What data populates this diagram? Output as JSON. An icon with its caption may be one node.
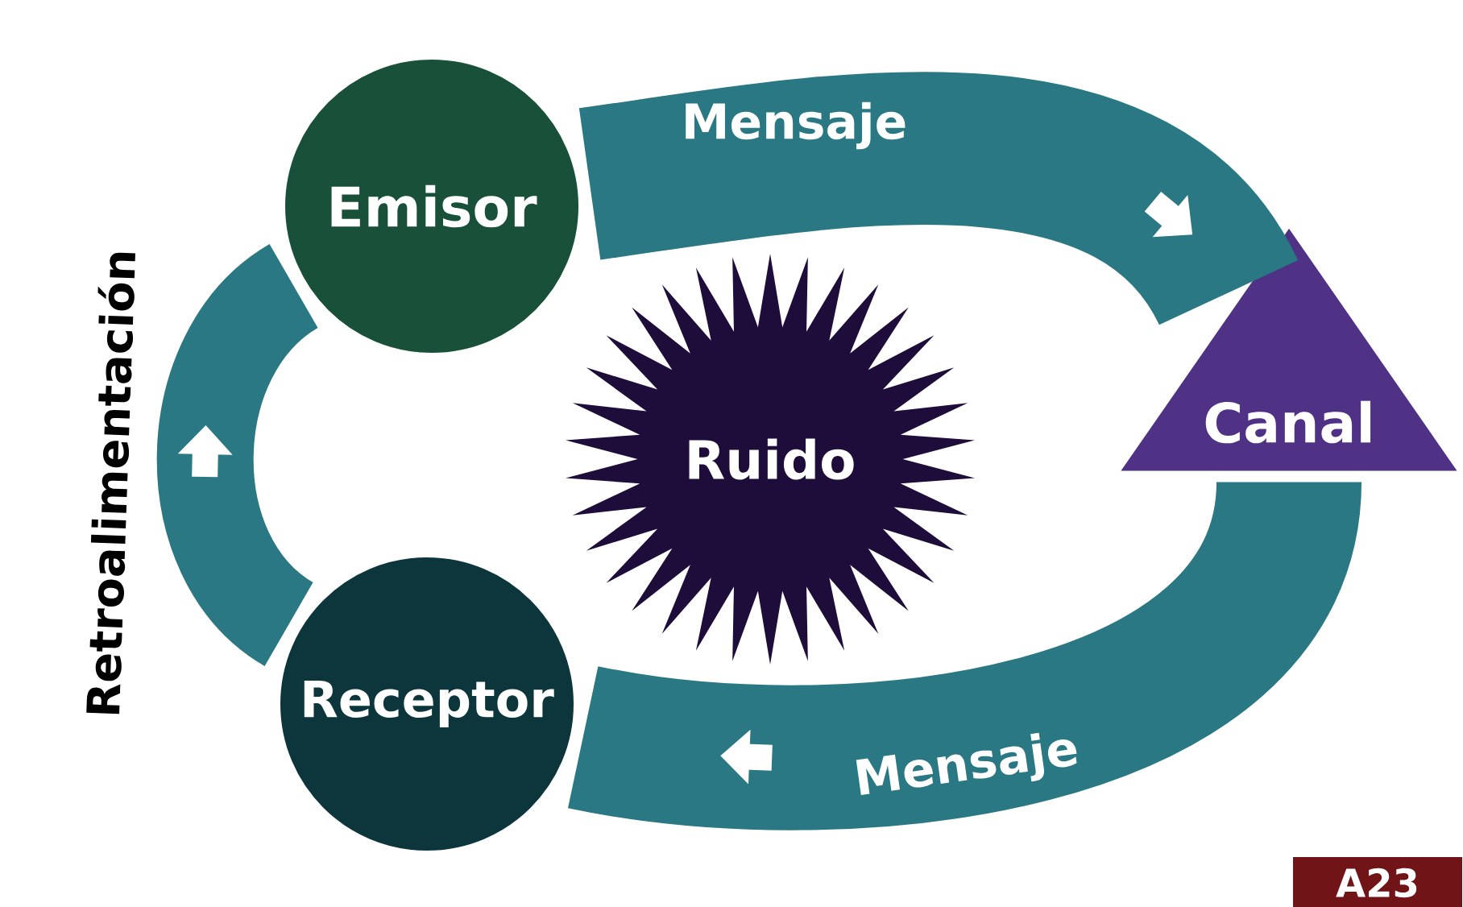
{
  "diagram": {
    "nodes": [
      {
        "text": [
          "Emisor"
        ]
      },
      {
        "text": [
          "Ruido"
        ]
      },
      {
        "text": [
          "Canal"
        ]
      },
      {
        "text": [
          "Receptor"
        ]
      }
    ],
    "edges": [
      {
        "from": 0,
        "to": 2,
        "arrow": "to",
        "label": "Mensaje"
      },
      {
        "from": 2,
        "to": 3,
        "arrow": "to",
        "label": "Mensaje"
      },
      {
        "from": 3,
        "to": 0,
        "arrow": "to",
        "label": "Retroalimentación"
      }
    ],
    "labels": [
      "A23"
    ]
  }
}
